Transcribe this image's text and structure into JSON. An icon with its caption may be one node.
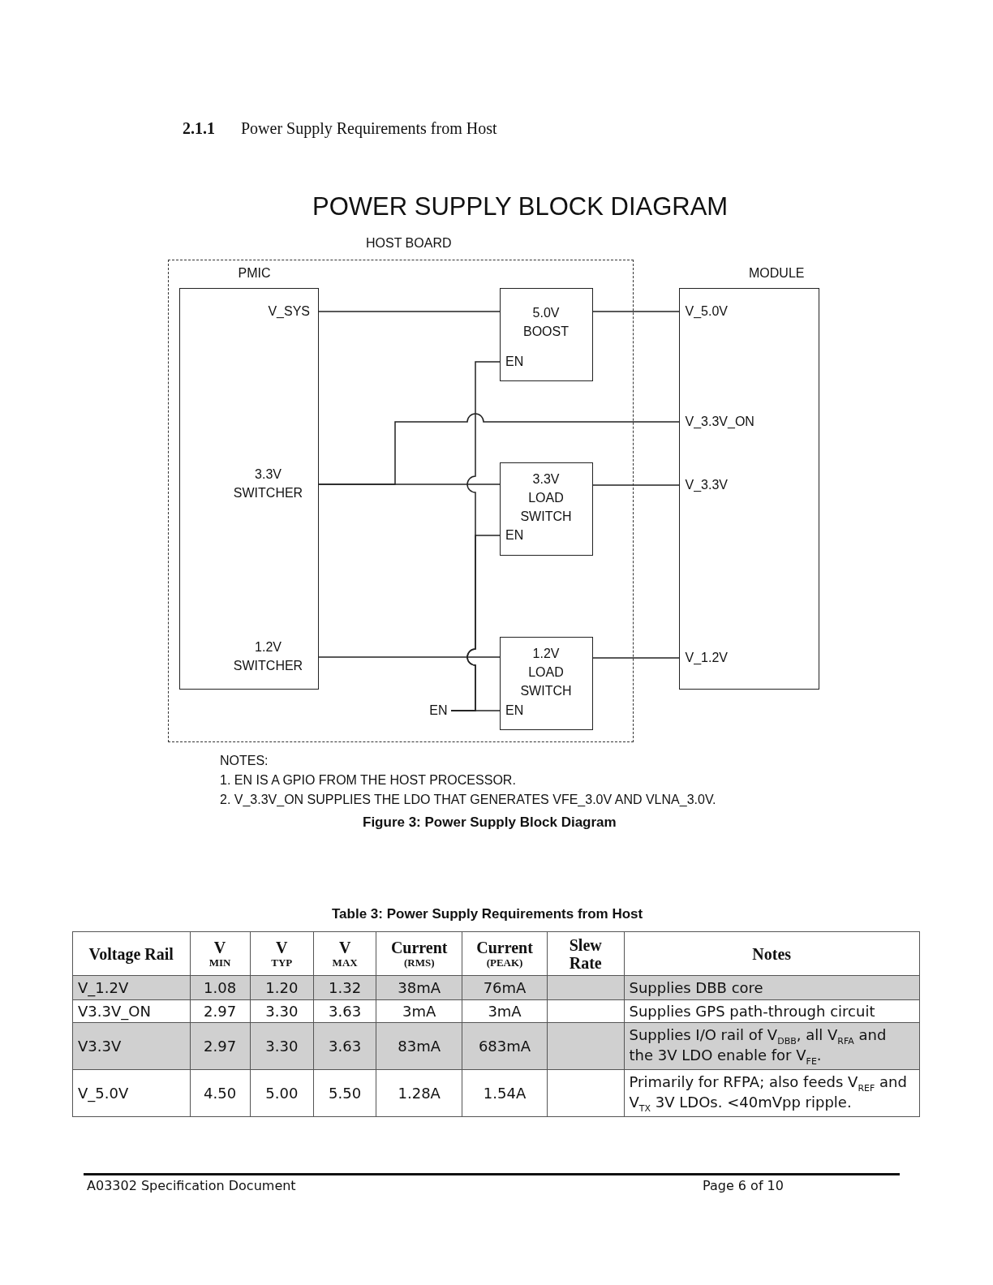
{
  "diagram": {
    "title": "POWER SUPPLY BLOCK DIAGRAM",
    "caption": "Figure 3: Power Supply Block Diagram",
    "nodes": [
      {
        "text": [
          "HOST BOARD"
        ]
      },
      {
        "text": [
          "PMIC"
        ],
        "in": 0
      },
      {
        "text": [
          "V_SYS"
        ],
        "in": 1
      },
      {
        "text": [
          "3.3V SWITCHER"
        ],
        "in": 1
      },
      {
        "text": [
          "1.2V SWITCHER"
        ],
        "in": 1
      },
      {
        "text": [
          "5.0V BOOST"
        ],
        "in": 0
      },
      {
        "text": [
          "EN"
        ],
        "in": 5
      },
      {
        "text": [
          "3.3V LOAD SWITCH"
        ],
        "in": 0
      },
      {
        "text": [
          "EN"
        ],
        "in": 7
      },
      {
        "text": [
          "1.2V LOAD SWITCH"
        ],
        "in": 0
      },
      {
        "text": [
          "EN"
        ],
        "in": 9
      },
      {
        "text": [
          "EN"
        ],
        "in": 0
      },
      {
        "text": [
          "MODULE"
        ]
      },
      {
        "text": [
          "V_5.0V"
        ],
        "in": 12
      },
      {
        "text": [
          "V_3.3V_ON"
        ],
        "in": 12
      },
      {
        "text": [
          "V_3.3V"
        ],
        "in": 12
      },
      {
        "text": [
          "V_1.2V"
        ],
        "in": 12
      }
    ],
    "edges": [
      {
        "from": 2,
        "to": 5,
        "arrow": "none"
      },
      {
        "from": 5,
        "to": 13,
        "arrow": "none"
      },
      {
        "from": 3,
        "to": 14,
        "arrow": "none"
      },
      {
        "from": 3,
        "to": 7,
        "arrow": "none"
      },
      {
        "from": 7,
        "to": 15,
        "arrow": "none"
      },
      {
        "from": 4,
        "to": 9,
        "arrow": "none"
      },
      {
        "from": 9,
        "to": 16,
        "arrow": "none"
      },
      {
        "from": 11,
        "to": 6,
        "arrow": "none"
      },
      {
        "from": 11,
        "to": 8,
        "arrow": "none"
      },
      {
        "from": 11,
        "to": 10,
        "arrow": "none"
      }
    ],
    "labels": [
      "2.1.1",
      "Power Supply Requirements from Host",
      "NOTES:",
      "1. EN IS A GPIO FROM THE HOST PROCESSOR.",
      "2. V_3.3V_ON SUPPLIES THE LDO THAT GENERATES VFE_3.0V AND VLNA_3.0V.",
      "Table 3: Power Supply Requirements from Host",
      "Voltage Rail",
      "V$_{MIN}$",
      "V$_{TYP}$",
      "V$_{MAX}$",
      "Current $_{(RMS)}$",
      "Current $_{(PEAK)}$",
      "Slew Rate",
      "Notes",
      "V_1.2V",
      "1.08",
      "1.20",
      "1.32",
      "38mA",
      "76mA",
      "Supplies DBB core",
      "V3.3V_ON",
      "2.97",
      "3.30",
      "3.63",
      "3mA",
      "3mA",
      "Supplies GPS path-through circuit",
      "V3.3V",
      "2.97",
      "3.30",
      "3.63",
      "83mA",
      "683mA",
      "Supplies I/O rail of V$_{DBB}$, all V$_{RFA}$ and the 3V LDO enable for V$_{FE}$.",
      "V_5.0V",
      "4.50",
      "5.00",
      "5.50",
      "1.28A",
      "1.54A",
      "Primarily for RFPA; also feeds V$_{REF}$ and V$_{TX}$ 3V LDOs. <40mVpp ripple.",
      "A03302 Specification Document",
      "Page 6 of 10"
    ]
  }
}
